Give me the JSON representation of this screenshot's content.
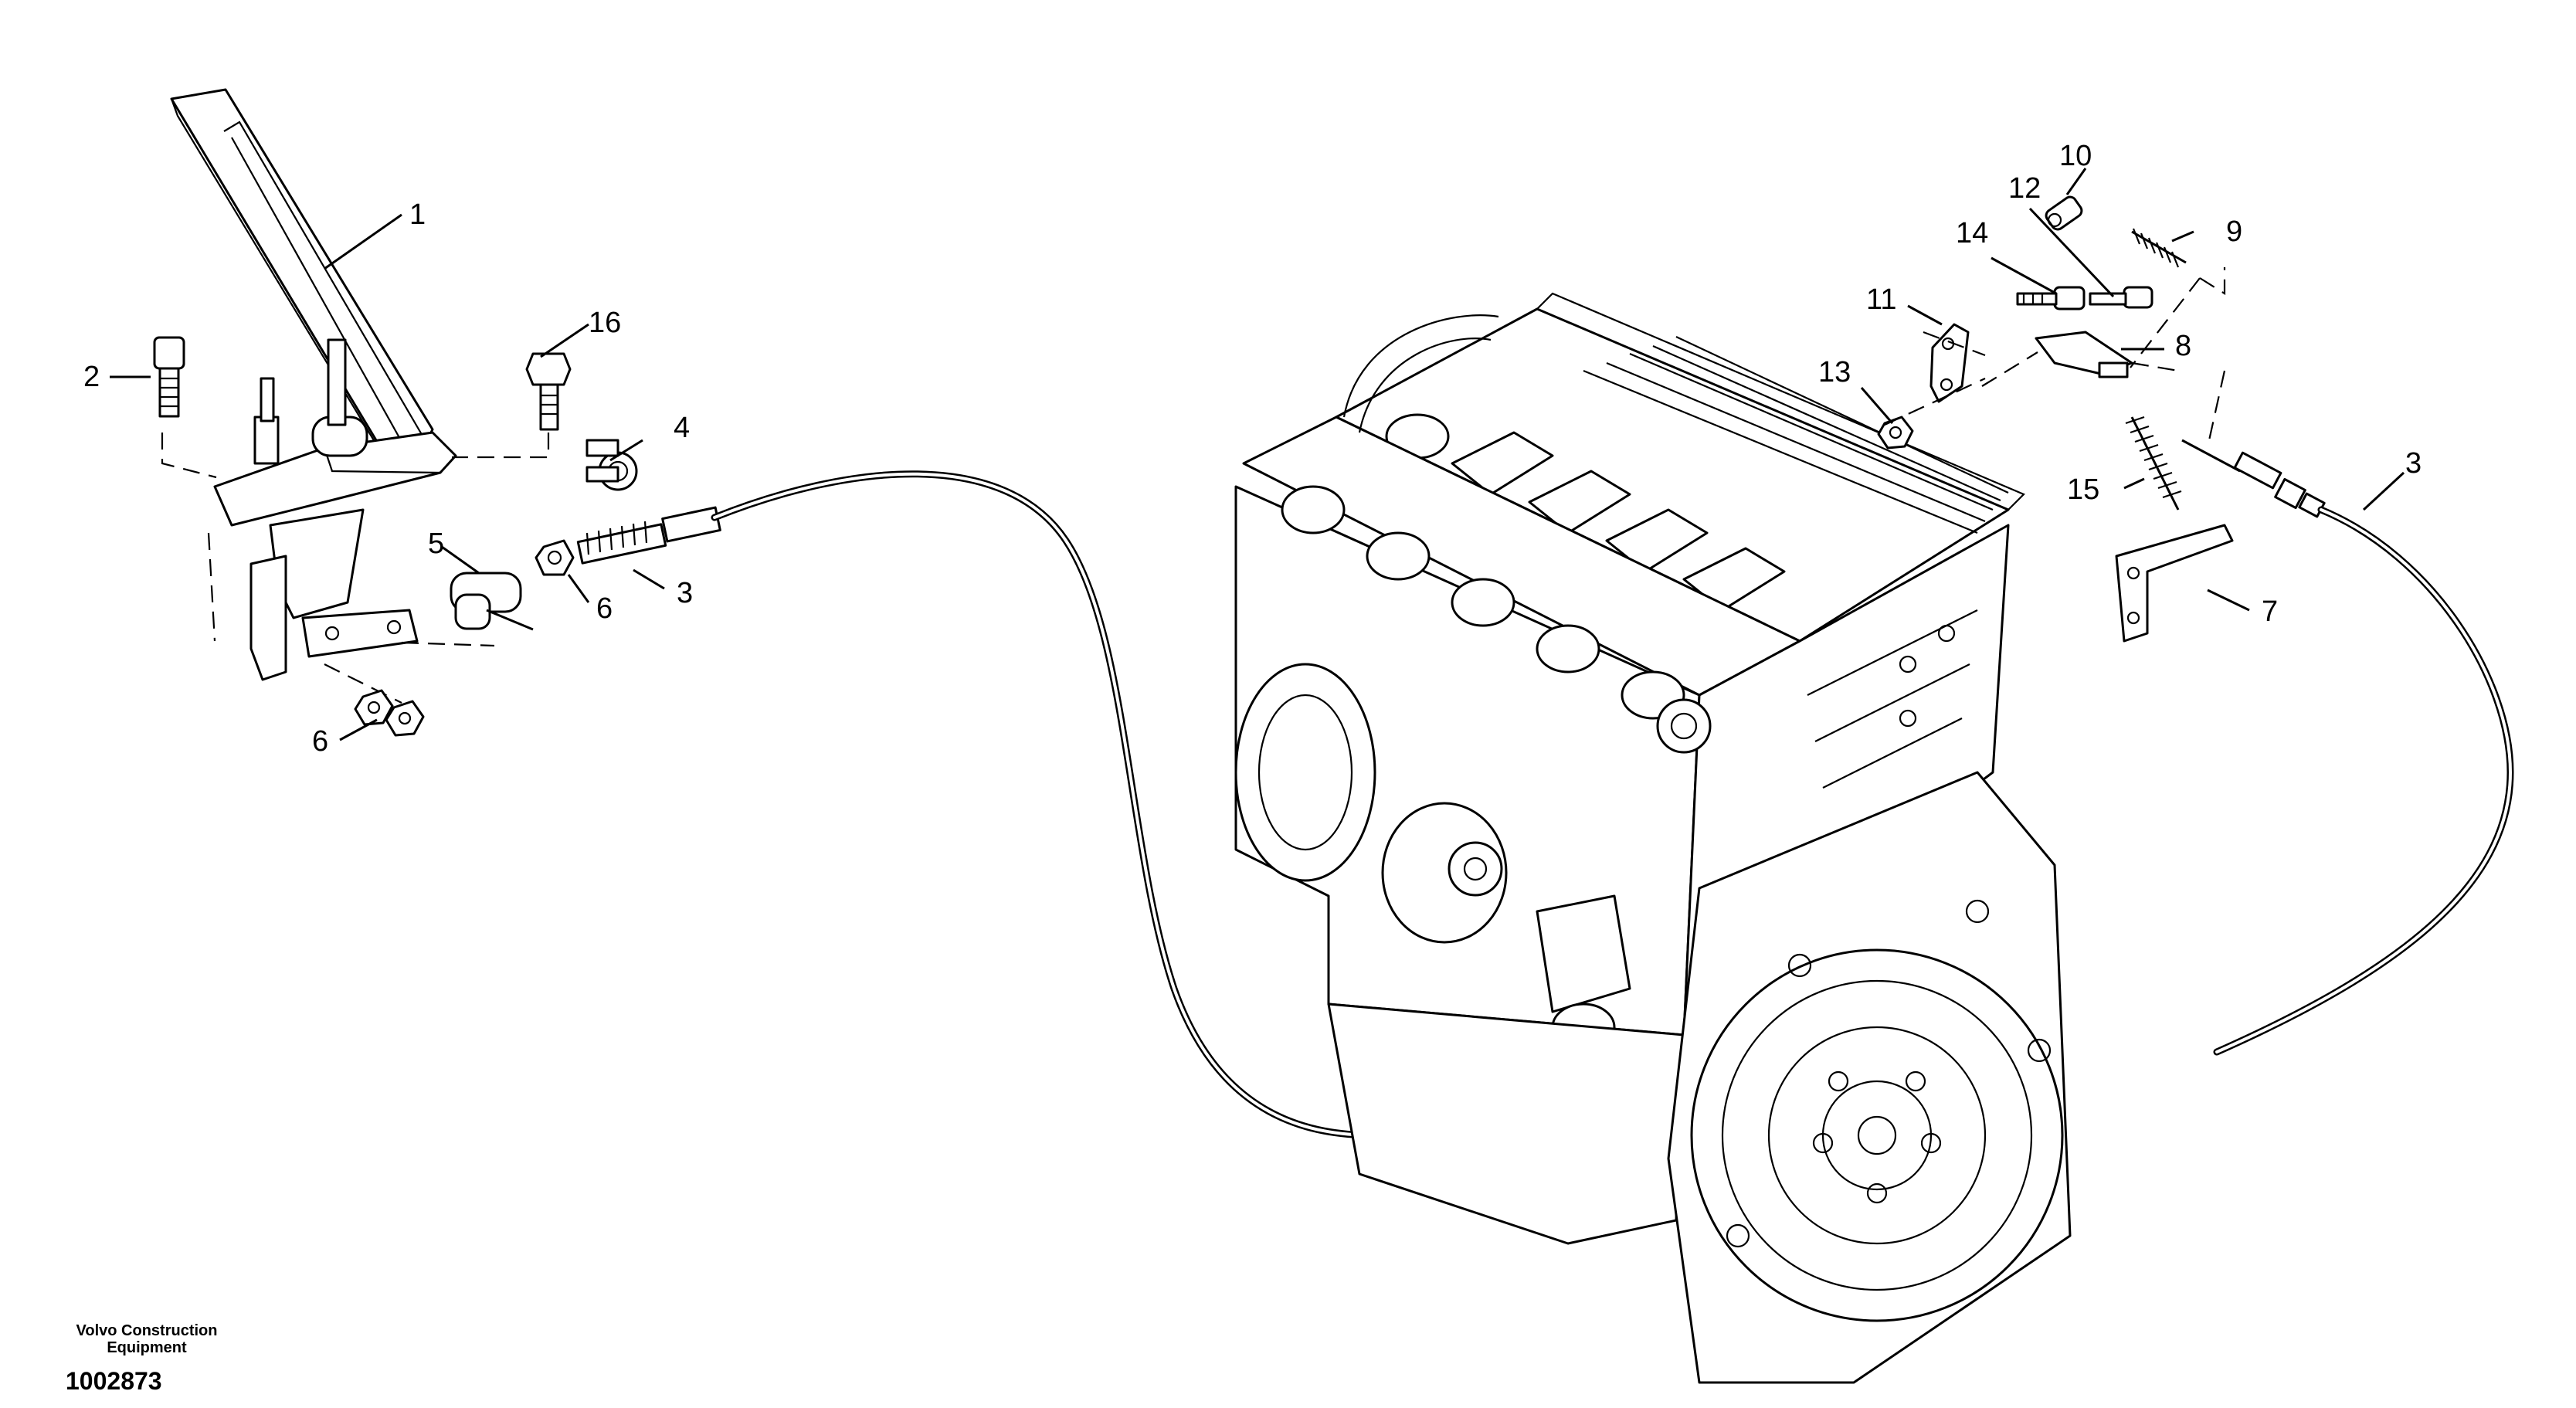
{
  "callouts": [
    {
      "id": "c1",
      "text": "1"
    },
    {
      "id": "c2",
      "text": "2"
    },
    {
      "id": "c16",
      "text": "16"
    },
    {
      "id": "c4",
      "text": "4"
    },
    {
      "id": "c5",
      "text": "5"
    },
    {
      "id": "c3a",
      "text": "3"
    },
    {
      "id": "c6a",
      "text": "6"
    },
    {
      "id": "c6b",
      "text": "6"
    },
    {
      "id": "c10",
      "text": "10"
    },
    {
      "id": "c12",
      "text": "12"
    },
    {
      "id": "c9",
      "text": "9"
    },
    {
      "id": "c14",
      "text": "14"
    },
    {
      "id": "c11",
      "text": "11"
    },
    {
      "id": "c8",
      "text": "8"
    },
    {
      "id": "c13",
      "text": "13"
    },
    {
      "id": "c3b",
      "text": "3"
    },
    {
      "id": "c15",
      "text": "15"
    },
    {
      "id": "c7",
      "text": "7"
    }
  ],
  "footer": {
    "brand_line1": "Volvo Construction",
    "brand_line2": "Equipment",
    "doc_number": "1002873"
  }
}
